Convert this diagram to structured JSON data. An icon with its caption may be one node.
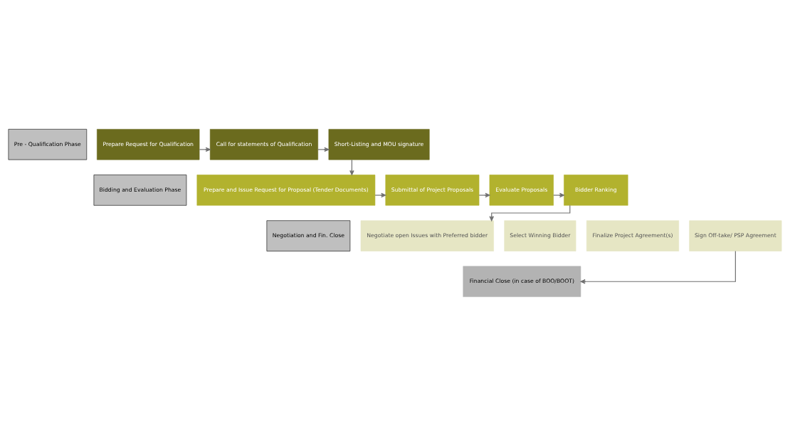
{
  "diagram": {
    "nodes": [
      {
        "text": [
          "Pre - Qualification Phase"
        ]
      },
      {
        "text": [
          "Bidding and Evaluation Phase"
        ]
      },
      {
        "text": [
          "Negotiation and Fin. Close"
        ]
      },
      {
        "text": [
          "Prepare Request for Qualification"
        ]
      },
      {
        "text": [
          "Call for statements of Qualification"
        ]
      },
      {
        "text": [
          "Short-Listing and MOU signature"
        ]
      },
      {
        "text": [
          "Prepare and Issue Request for Proposal (Tender Documents)"
        ]
      },
      {
        "text": [
          "Submittal of Project Proposals"
        ]
      },
      {
        "text": [
          "Evaluate Proposals"
        ]
      },
      {
        "text": [
          "Bidder Ranking"
        ]
      },
      {
        "text": [
          "Negotiate open Issues with Preferred bidder"
        ]
      },
      {
        "text": [
          "Select Winning Bidder"
        ]
      },
      {
        "text": [
          "Finalize Project Agreement(s)"
        ]
      },
      {
        "text": [
          "Sign Off-take/ PSP Agreement"
        ]
      },
      {
        "text": [
          "Financial Close (in case of BOO/BOOT)"
        ]
      }
    ],
    "edges": [
      {
        "from": 3,
        "to": 4,
        "arrow": "to"
      },
      {
        "from": 4,
        "to": 5,
        "arrow": "to"
      },
      {
        "from": 5,
        "to": 6,
        "arrow": "to"
      },
      {
        "from": 6,
        "to": 7,
        "arrow": "to"
      },
      {
        "from": 7,
        "to": 8,
        "arrow": "to"
      },
      {
        "from": 8,
        "to": 9,
        "arrow": "to"
      },
      {
        "from": 9,
        "to": 10,
        "arrow": "to"
      },
      {
        "from": 13,
        "to": 14,
        "arrow": "to"
      }
    ]
  }
}
